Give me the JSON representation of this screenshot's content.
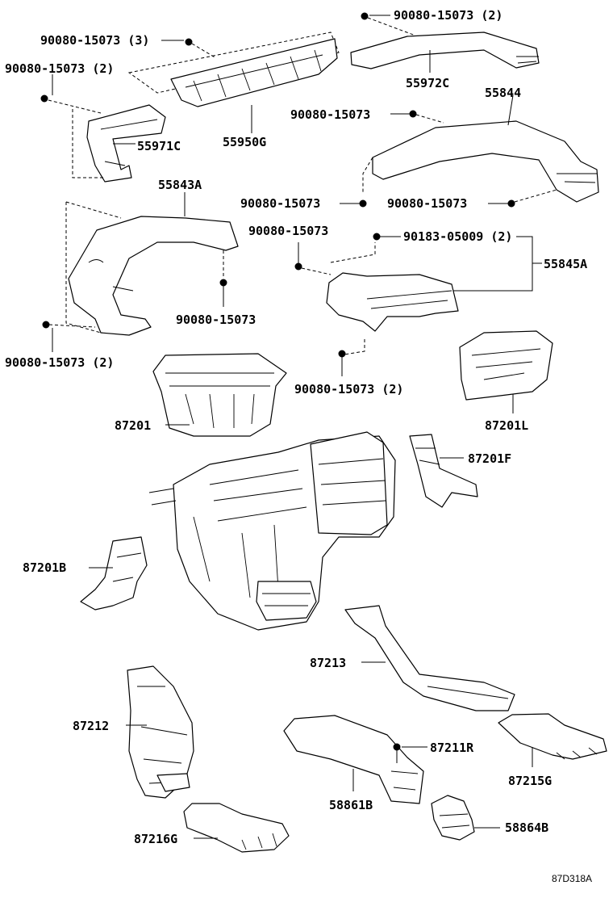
{
  "labels": {
    "bolt_top_left_3": "90080-15073 (3)",
    "bolt_top_right_2": "90080-15073 (2)",
    "bolt_left_2": "90080-15073 (2)",
    "part_55972C": "55972C",
    "part_55844": "55844",
    "bolt_55844_top": "90080-15073",
    "part_55971C": "55971C",
    "part_55950G": "55950G",
    "part_55843A": "55843A",
    "bolt_55844_left": "90080-15073",
    "bolt_55844_right": "90080-15073",
    "bolt_55845A_left": "90080-15073",
    "clip_55845A": "90183-05009 (2)",
    "part_55845A": "55845A",
    "bolt_55843A_right": "90080-15073",
    "bolt_55843A_left_2": "90080-15073 (2)",
    "bolt_55845A_bottom_2": "90080-15073 (2)",
    "part_87201": "87201",
    "part_87201L": "87201L",
    "part_87201F": "87201F",
    "part_87201B": "87201B",
    "part_87213": "87213",
    "part_87212": "87212",
    "part_87211R": "87211R",
    "part_87215G": "87215G",
    "part_58861B": "58861B",
    "part_58864B": "58864B",
    "part_87216G": "87216G",
    "figure_ref": "87D318A"
  }
}
